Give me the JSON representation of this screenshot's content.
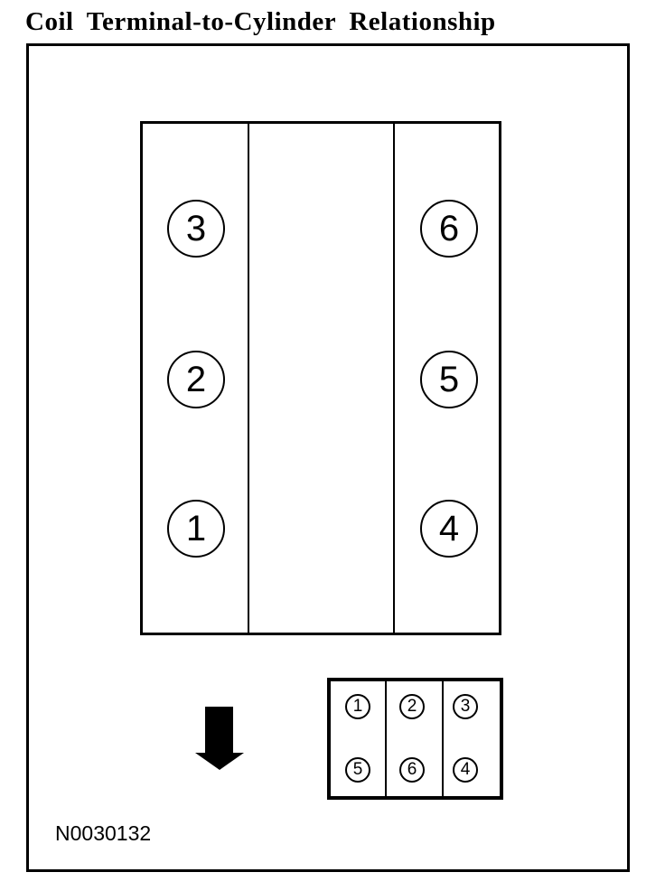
{
  "title": "Coil Terminal-to-Cylinder Relationship",
  "figure_id": "N0030132",
  "colors": {
    "ink": "#000000",
    "paper": "#ffffff"
  },
  "coil_pack": {
    "left_column_terminals": [
      "3",
      "2",
      "1"
    ],
    "right_column_terminals": [
      "6",
      "5",
      "4"
    ]
  },
  "arrow": {
    "direction": "down"
  },
  "connector": {
    "top_row_terminals": [
      "1",
      "2",
      "3"
    ],
    "bottom_row_terminals": [
      "5",
      "6",
      "4"
    ]
  }
}
